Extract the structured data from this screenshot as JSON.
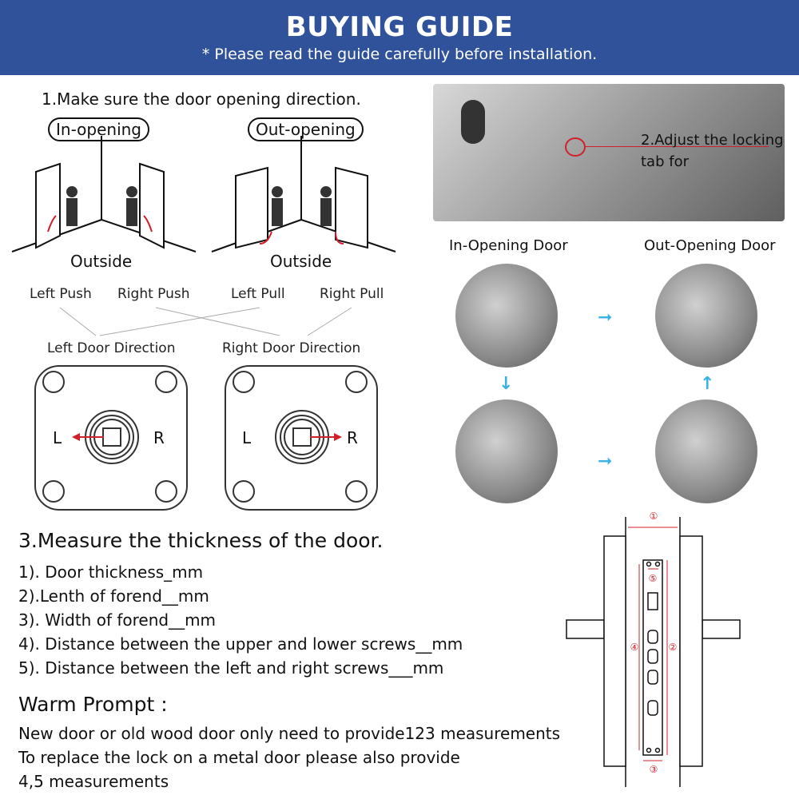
{
  "header": {
    "title": "BUYING GUIDE",
    "subtitle": "* Please read the guide carefully before installation."
  },
  "step1": {
    "title": "1.Make sure the door opening direction.",
    "in_opening": "In-opening",
    "out_opening": "Out-opening",
    "outside_left": "Outside",
    "outside_right": "Outside",
    "labels": [
      "Left Push",
      "Right Push",
      "Left Pull",
      "Right Pull"
    ],
    "left_dir": "Left Door Direction",
    "right_dir": "Right Door Direction",
    "L": "L",
    "R": "R"
  },
  "step2": {
    "title": "2.Adjust the locking tab for",
    "in_door": "In-Opening Door",
    "out_door": "Out-Opening Door"
  },
  "step3": {
    "title": "3.Measure the thickness of the door.",
    "items": [
      "1). Door thickness_mm",
      "2).Lenth of forend__mm",
      "3). Width of forend__mm",
      "4). Distance between the upper and lower screws__mm",
      "5). Distance between the left and right screws___mm"
    ]
  },
  "warm": {
    "title": "Warm Prompt :",
    "lines": [
      "New door or old wood door only need to provide123 measurements",
      "To replace the lock on a metal door please also provide",
      "4,5 measurements"
    ]
  },
  "diagram": {
    "m1": "①",
    "m2": "②",
    "m3": "③",
    "m4": "④",
    "m5": "⑤"
  },
  "colors": {
    "header": "#30529a",
    "accent": "#d0202a",
    "arrow": "#3bb2e6"
  }
}
